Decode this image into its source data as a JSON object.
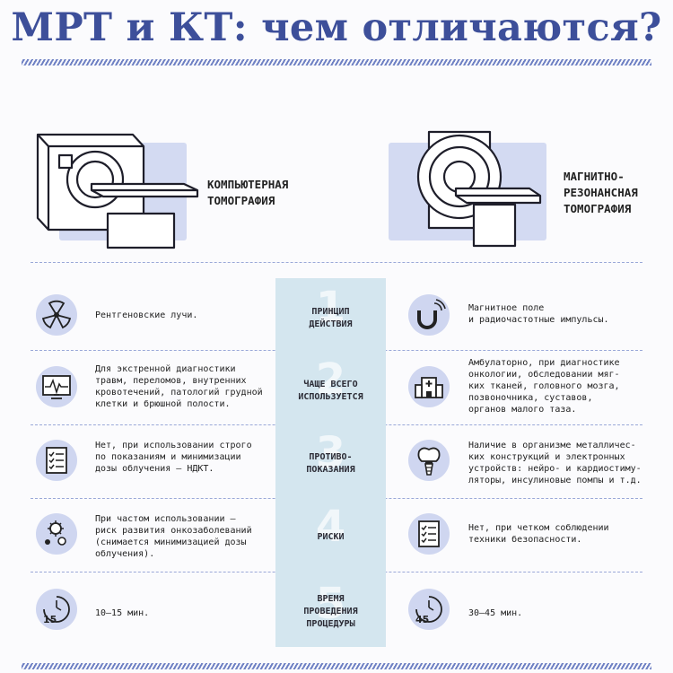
{
  "title": "МРТ и КТ: чем отличаются?",
  "ct": {
    "label_line1": "Компьютерная",
    "label_line2": "томография"
  },
  "mri": {
    "label_line1": "Магнитно-",
    "label_line2": "резонансная",
    "label_line3": "томография"
  },
  "rows": [
    {
      "number": "1",
      "category_line1": "принцип",
      "category_line2": "действия",
      "category_line3": "",
      "ct_icon": "radiation-icon",
      "ct_text": "Рентгеновские лучи.",
      "mri_icon": "magnet-icon",
      "mri_text": "Магнитное поле\nи радиочастотные импульсы."
    },
    {
      "number": "2",
      "category_line1": "чаще всего",
      "category_line2": "используется",
      "category_line3": "",
      "ct_icon": "monitor-ecg-icon",
      "ct_text": "Для экстренной диагностики\nтравм, переломов, внутренних\nкровотечений, патологий грудной\nклетки и брюшной полости.",
      "mri_icon": "hospital-icon",
      "mri_text": "Амбулаторно, при диагностике\nонкологии, обследовании мяг-\nких тканей, головного мозга,\nпозвоночника, суставов,\nорганов малого таза."
    },
    {
      "number": "3",
      "category_line1": "противо-",
      "category_line2": "показания",
      "category_line3": "",
      "ct_icon": "checklist-icon",
      "ct_text": "Нет, при использовании строго\nпо показаниям и минимизации\nдозы облучения — НДКТ.",
      "mri_icon": "tooth-implant-icon",
      "mri_text": "Наличие в организме металличес-\nких конструкций и электронных\nустройств: нейро- и кардиостиму-\nляторы, инсулиновые помпы и т.д."
    },
    {
      "number": "4",
      "category_line1": "риски",
      "category_line2": "",
      "category_line3": "",
      "ct_icon": "virus-icon",
      "ct_text": "При частом использовании —\nриск развития онкозаболеваний\n(снимается минимизацией дозы\nоблучения).",
      "mri_icon": "checklist-icon",
      "mri_text": "Нет, при четком соблюдении\nтехники безопасности."
    },
    {
      "number": "5",
      "category_line1": "время",
      "category_line2": "проведения",
      "category_line3": "процедуры",
      "ct_icon": "clock-icon",
      "ct_clock": "15",
      "ct_text": "10–15 мин.",
      "mri_icon": "clock-icon",
      "mri_clock": "45",
      "mri_text": "30–45 мин."
    }
  ]
}
